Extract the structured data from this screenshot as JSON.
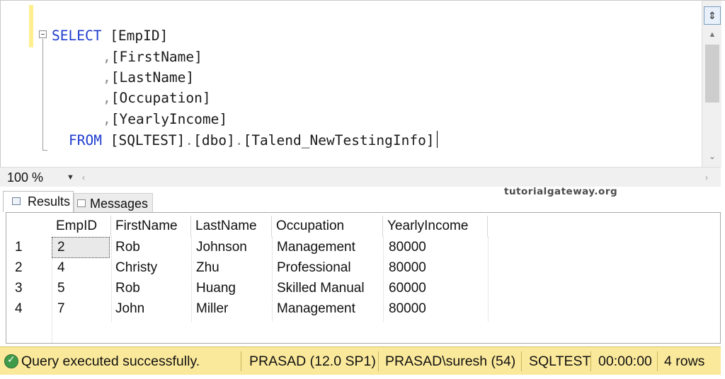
{
  "editor": {
    "code_lines": [
      {
        "kw": "SELECT",
        "text": " [EmpID]"
      },
      {
        "comma": ",",
        "text": "[FirstName]"
      },
      {
        "comma": ",",
        "text": "[LastName]"
      },
      {
        "comma": ",",
        "text": "[Occupation]"
      },
      {
        "comma": ",",
        "text": "[YearlyIncome]"
      },
      {
        "kw": "FROM",
        "text": " [SQLTEST]",
        "dot1": ".",
        "text2": "[dbo]",
        "dot2": ".",
        "text3": "[Talend_NewTestingInfo]"
      }
    ],
    "split_icon": "split-arrows-icon",
    "keyword_color": "#1f3ccf"
  },
  "zoom": {
    "value": "100 %"
  },
  "tabs": [
    {
      "label": "Results",
      "icon": "grid-icon"
    },
    {
      "label": "Messages",
      "icon": "messages-icon"
    }
  ],
  "watermark": "tutorialgateway.org",
  "results": {
    "columns": [
      "EmpID",
      "FirstName",
      "LastName",
      "Occupation",
      "YearlyIncome"
    ],
    "rows": [
      {
        "num": "1",
        "cells": [
          "2",
          "Rob",
          "Johnson",
          "Management",
          "80000"
        ]
      },
      {
        "num": "2",
        "cells": [
          "4",
          "Christy",
          "Zhu",
          "Professional",
          "80000"
        ]
      },
      {
        "num": "3",
        "cells": [
          "5",
          "Rob",
          "Huang",
          "Skilled Manual",
          "60000"
        ]
      },
      {
        "num": "4",
        "cells": [
          "7",
          "John",
          "Miller",
          "Management",
          "80000"
        ]
      }
    ]
  },
  "status": {
    "message": "Query executed successfully.",
    "server": "PRASAD (12.0 SP1)",
    "user": "PRASAD\\suresh (54)",
    "database": "SQLTEST",
    "elapsed": "00:00:00",
    "rows": "4 rows",
    "icon": "success-check-icon",
    "background": "#fbe99b"
  }
}
